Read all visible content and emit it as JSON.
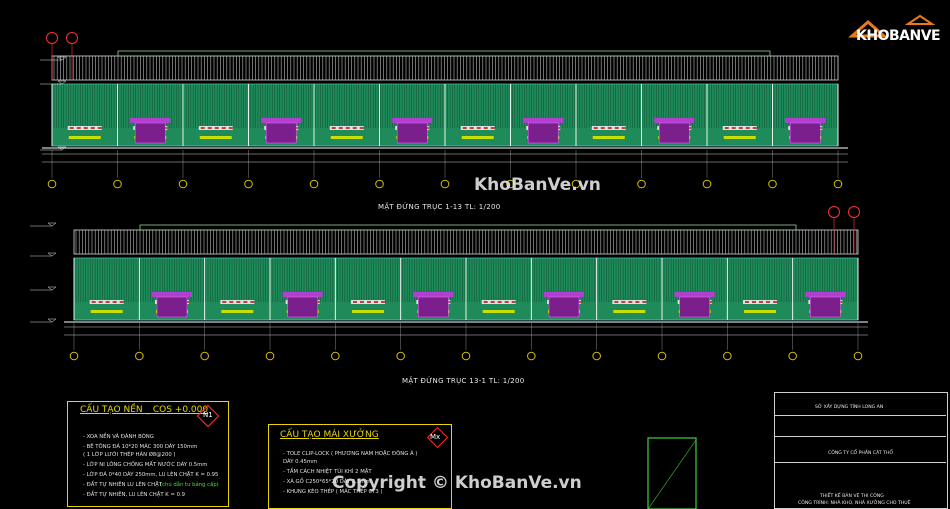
{
  "elevation1": {
    "title": "MẶT ĐỨNG TRỤC 1-13   TL: 1/200"
  },
  "elevation2": {
    "title": "MẶT ĐỨNG TRỤC 13-1   TL: 1/200"
  },
  "watermark_mid": "KhoBanVe.vn",
  "watermark_bottom": "Copyright © KhoBanVe.vn",
  "logo": {
    "text": "KHOBANVE"
  },
  "box_n1": {
    "title": "CẤU TẠO NỀN _ COS +0.000",
    "tag": "N1",
    "lines": [
      "- XOA NỀN VÀ ĐÁNH BÓNG",
      "- BÊ TÔNG ĐÁ 10*20 MÁC 300 DÀY 150mm",
      "  ( 1 LỚP LƯỚI THÉP HÀN Ø8@200 )",
      "- LỚP NI LÔNG CHỐNG MẤT NƯỚC DÀY 0.5mm",
      "- LỚP ĐÁ 0*40 DÀY 250mm, LU LÈN CHẶT K = 0.95",
      "- ĐẤT TỰ NHIÊN LU LÈN CHẶT",
      "- ĐẤT TỰ NHIÊN, LU LÈN CHẶT K = 0.9"
    ],
    "green_note": "(chú dẫn tư bảng cấp)"
  },
  "box_mx": {
    "title": "CẤU TẠO MÁI XƯỞNG",
    "tag": "Mx",
    "lines": [
      "- TOLE CLIP-LOCK ( PHƯƠNG NAM HOẶC ĐÔNG Á )",
      "  DÀY 0.45mm",
      "- TẤM CÁCH NHIỆT TÚI KHÍ 2 MẶT",
      "- XÀ GỒ C250*65*20 DÀY 2.5mm",
      "- KHUNG KÈO THÉP ( MÁC THÉP CT3 )"
    ]
  },
  "title_block": {
    "row1": "SỞ XÂY DỰNG TỈNH LONG AN",
    "row2": "CÔNG TY CỔ PHẦN CÁT THỔ",
    "row3": "THIẾT KẾ BẢN VẼ THI CÔNG",
    "row4": "CÔNG TRÌNH: NHÀ KHO, NHÀ XƯỞNG CHO THUÊ"
  },
  "colors": {
    "wall_green": "#1f8a5a",
    "roof_gray": "#bdbdbd",
    "door_purple": "#b040d0",
    "accent_yellow": "#e8d800",
    "axis_yellow": "#d8c000"
  }
}
